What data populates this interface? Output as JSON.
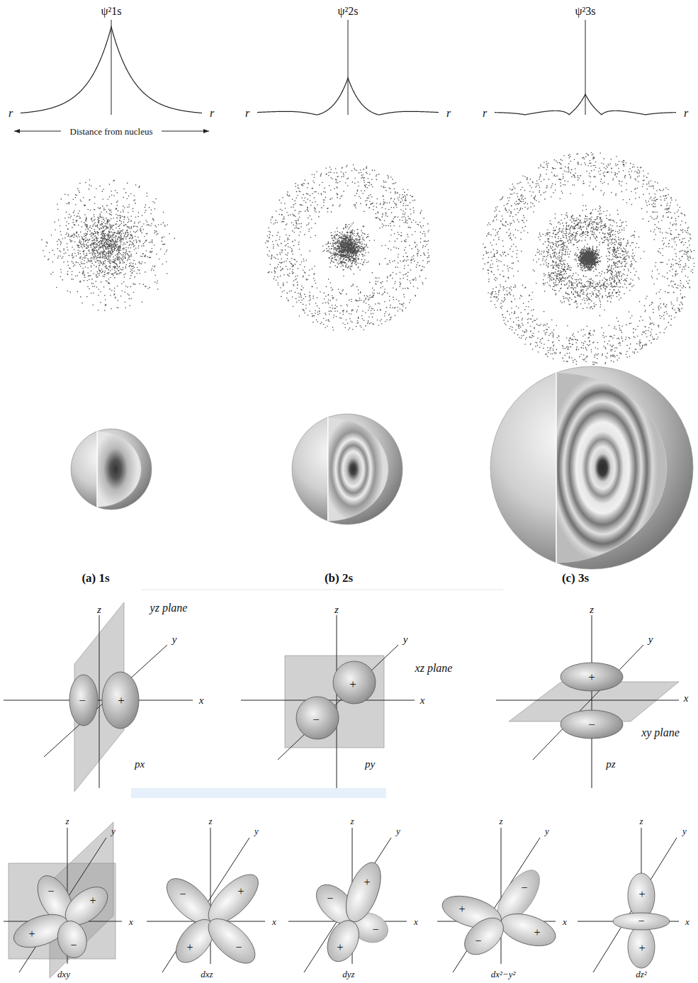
{
  "diagram": {
    "labels": [
      "ψ²1s",
      "r",
      "r",
      "Distance from nucleus",
      "ψ²2s",
      "r",
      "r",
      "ψ²3s",
      "r",
      "r",
      "(a) 1s",
      "(b) 2s",
      "(c) 3s",
      "z",
      "yz plane",
      "y",
      "x",
      "−",
      "+",
      "px",
      "z",
      "y",
      "xz plane",
      "x",
      "+",
      "−",
      "py",
      "z",
      "y",
      "+",
      "x",
      "xy plane",
      "−",
      "pz",
      "z",
      "y",
      "−",
      "+",
      "x",
      "+",
      "−",
      "dxy",
      "z",
      "y",
      "−",
      "+",
      "x",
      "+",
      "−",
      "dxz",
      "z",
      "y",
      "+",
      "−",
      "−",
      "x",
      "+",
      "dyz",
      "z",
      "y",
      "−",
      "+",
      "+",
      "x",
      "−",
      "dx²−y²",
      "z",
      "+",
      "x",
      "y",
      "−",
      "+",
      "dz²"
    ]
  }
}
